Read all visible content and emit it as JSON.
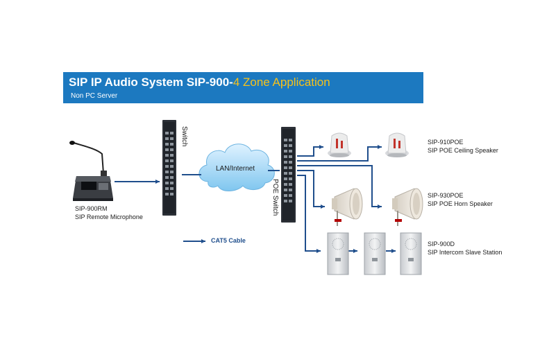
{
  "header": {
    "title_main": "SIP IP Audio System SIP-900-",
    "title_accent": "4 Zone Application",
    "subtitle": "Non PC Server"
  },
  "devices": {
    "microphone": {
      "model": "SIP-900RM",
      "desc": "SIP Remote Microphone"
    },
    "switch": "Switch",
    "network": "LAN/Internet",
    "poe_switch": "POE Switch",
    "ceiling_speaker": {
      "model": "SIP-910POE",
      "desc": "SIP POE Ceiling Speaker"
    },
    "horn_speaker": {
      "model": "SIP-930POE",
      "desc": "SIP POE Horn Speaker"
    },
    "intercom": {
      "model": "SIP-900D",
      "desc": "SIP Intercom Slave Station"
    }
  },
  "legend": {
    "label": "CAT5 Cable"
  },
  "colors": {
    "banner": "#1c79c0",
    "accent": "#f6c21b",
    "cable": "#1f4e8c",
    "device_dark": "#2b2f36"
  }
}
